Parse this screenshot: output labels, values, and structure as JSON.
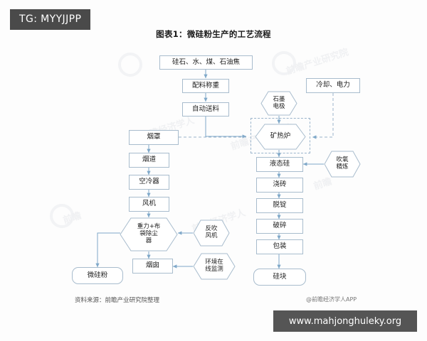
{
  "overlay": {
    "tg_tag": "TG: MYYJJPP",
    "url_tag": "www.mahjonghuleky.org"
  },
  "chart_data": {
    "type": "diagram",
    "title": "图表1：微硅粉生产的工艺流程",
    "source": "资料来源：前瞻产业研究院整理",
    "app_watermark": "@前瞻经济学人APP",
    "colors": {
      "node_border": "#a8bccd",
      "node_fill": "#ffffff",
      "edge": "#7fa8c9",
      "dashed_edge": "#9ab4cb",
      "tag_background": "#4a4a4a",
      "url_background": "#555555"
    },
    "nodes": [
      {
        "id": "raw",
        "label": "硅石、水、煤、石油焦",
        "shape": "rect"
      },
      {
        "id": "batching",
        "label": "配料称重",
        "shape": "rect"
      },
      {
        "id": "autofeed",
        "label": "自动送料",
        "shape": "rect"
      },
      {
        "id": "electrode",
        "label": "石墨\n电极",
        "shape": "hexagon"
      },
      {
        "id": "cooling",
        "label": "冷却、电力",
        "shape": "rect"
      },
      {
        "id": "furnace",
        "label": "矿热炉",
        "shape": "hexagon"
      },
      {
        "id": "liquidsi",
        "label": "液态硅",
        "shape": "rect"
      },
      {
        "id": "oxygen",
        "label": "吹氧\n精炼",
        "shape": "hexagon"
      },
      {
        "id": "casting",
        "label": "浇砖",
        "shape": "rect"
      },
      {
        "id": "deingot",
        "label": "脱锭",
        "shape": "rect"
      },
      {
        "id": "crushing",
        "label": "破碎",
        "shape": "rect"
      },
      {
        "id": "packing",
        "label": "包装",
        "shape": "rect"
      },
      {
        "id": "siblock",
        "label": "硅块",
        "shape": "rounded"
      },
      {
        "id": "hood",
        "label": "烟罩",
        "shape": "rect"
      },
      {
        "id": "flue",
        "label": "烟道",
        "shape": "rect"
      },
      {
        "id": "aircooler",
        "label": "空冷器",
        "shape": "rect"
      },
      {
        "id": "fan",
        "label": "风机",
        "shape": "rect"
      },
      {
        "id": "dedust",
        "label": "重力+布\n袋除尘\n器",
        "shape": "hexagon"
      },
      {
        "id": "blowback",
        "label": "反吹\n风机",
        "shape": "hexagon"
      },
      {
        "id": "chimney",
        "label": "烟囱",
        "shape": "rect"
      },
      {
        "id": "monitor",
        "label": "环境在\n线监测",
        "shape": "hexagon"
      },
      {
        "id": "product",
        "label": "微硅粉",
        "shape": "rounded"
      }
    ],
    "edges": [
      {
        "from": "raw",
        "to": "batching",
        "style": "solid"
      },
      {
        "from": "batching",
        "to": "autofeed",
        "style": "solid"
      },
      {
        "from": "autofeed",
        "to": "furnace",
        "style": "solid"
      },
      {
        "from": "electrode",
        "to": "furnace",
        "style": "solid"
      },
      {
        "from": "cooling",
        "to": "furnace",
        "style": "dashed"
      },
      {
        "from": "hood",
        "to": "furnace",
        "style": "dashed"
      },
      {
        "from": "furnace",
        "to": "liquidsi",
        "style": "solid"
      },
      {
        "from": "oxygen",
        "to": "liquidsi",
        "style": "solid"
      },
      {
        "from": "liquidsi",
        "to": "casting",
        "style": "solid"
      },
      {
        "from": "casting",
        "to": "deingot",
        "style": "solid"
      },
      {
        "from": "deingot",
        "to": "crushing",
        "style": "solid"
      },
      {
        "from": "crushing",
        "to": "packing",
        "style": "solid"
      },
      {
        "from": "packing",
        "to": "siblock",
        "style": "solid"
      },
      {
        "from": "hood",
        "to": "flue",
        "style": "solid"
      },
      {
        "from": "flue",
        "to": "aircooler",
        "style": "solid"
      },
      {
        "from": "aircooler",
        "to": "fan",
        "style": "solid"
      },
      {
        "from": "fan",
        "to": "dedust",
        "style": "solid"
      },
      {
        "from": "blowback",
        "to": "dedust",
        "style": "solid"
      },
      {
        "from": "dedust",
        "to": "chimney",
        "style": "solid"
      },
      {
        "from": "monitor",
        "to": "chimney",
        "style": "solid"
      },
      {
        "from": "dedust",
        "to": "product",
        "style": "solid"
      }
    ]
  },
  "watermarks": [
    "前瞻",
    "前瞻产业研究院",
    "前瞻经济学人"
  ]
}
